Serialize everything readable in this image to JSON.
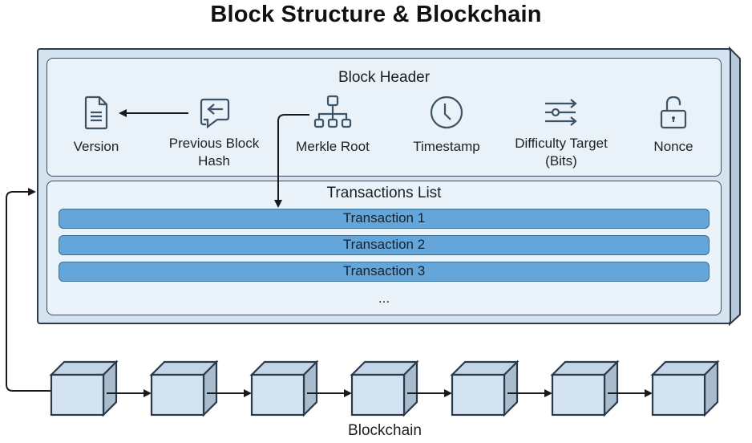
{
  "title": "Block Structure & Blockchain",
  "block": {
    "header": {
      "title": "Block Header",
      "fields": [
        {
          "label": "Version",
          "icon": "document-icon"
        },
        {
          "label": "Previous Block Hash",
          "label_line1": "Previous Block",
          "label_line2": "Hash",
          "icon": "return-arrow-icon"
        },
        {
          "label": "Merkle Root",
          "icon": "tree-hierarchy-icon"
        },
        {
          "label": "Timestamp",
          "icon": "clock-icon"
        },
        {
          "label": "Difficulty Target (Bits)",
          "label_line1": "Difficulty Target",
          "label_line2": "(Bits)",
          "icon": "sliders-arrows-icon"
        },
        {
          "label": "Nonce",
          "icon": "unlocked-padlock-icon"
        }
      ]
    },
    "transactions": {
      "title": "Transactions List",
      "items": [
        "Transaction 1",
        "Transaction 2",
        "Transaction 3"
      ],
      "more": "..."
    }
  },
  "chain": {
    "label": "Blockchain",
    "block_count": 7
  },
  "colors": {
    "outer_fill": "#d5e3f0",
    "panel_fill": "#e9f1f9",
    "transaction_fill": "#64a6d9",
    "stroke": "#2a3a4a",
    "cube_front": "#d3e3f2",
    "cube_side": "#a9bccd"
  }
}
